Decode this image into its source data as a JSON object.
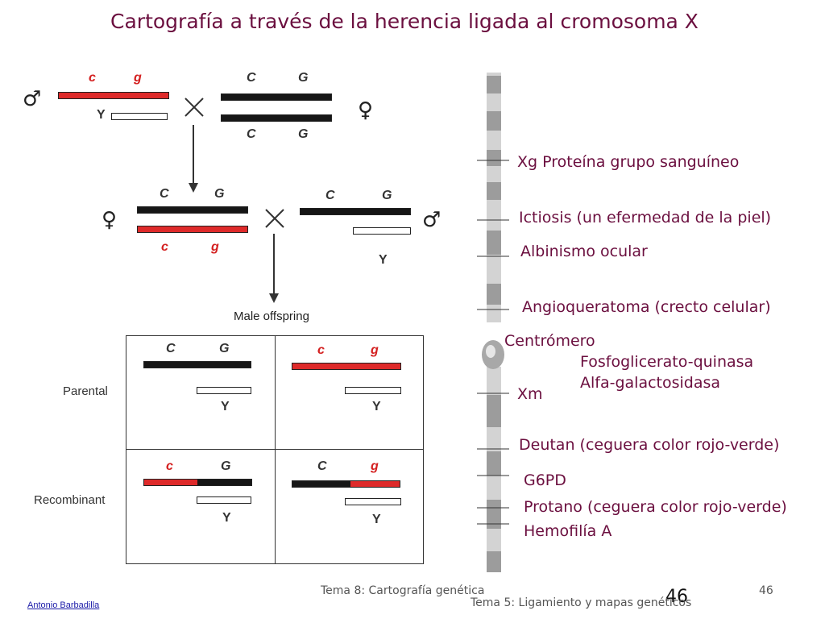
{
  "title": "Cartografía a través de la herencia ligada al cromosoma X",
  "cross1": {
    "male_symbol": "♂",
    "female_symbol": "♀",
    "male_alleles": [
      "c",
      "g"
    ],
    "male_y": "Y",
    "female_top": [
      "C",
      "G"
    ],
    "female_bottom": [
      "C",
      "G"
    ],
    "cross_symbol": "X"
  },
  "cross2": {
    "female_symbol": "♀",
    "male_symbol": "♂",
    "female_top": [
      "C",
      "G"
    ],
    "female_bottom": [
      "c",
      "g"
    ],
    "male_alleles": [
      "C",
      "G"
    ],
    "male_y": "Y",
    "cross_symbol": "X"
  },
  "male_offspring_label": "Male offspring",
  "grid": {
    "row_labels": [
      "Parental",
      "Recombinant"
    ],
    "cells": [
      {
        "alleles": [
          "C",
          "G"
        ],
        "y": "Y"
      },
      {
        "alleles": [
          "c",
          "g"
        ],
        "y": "Y"
      },
      {
        "alleles": [
          "c",
          "G"
        ],
        "y": "Y"
      },
      {
        "alleles": [
          "C",
          "g"
        ],
        "y": "Y"
      }
    ]
  },
  "chromosome_labels": [
    "Xg Proteína grupo sanguíneo",
    "Ictiosis (un efermedad de la piel)",
    "Albinismo ocular",
    "Angioqueratoma (crecto celular)",
    "Centrómero",
    "Fosfoglicerato-quinasa",
    "Alfa-galactosidasa",
    "Xm",
    "Deutan (ceguera color rojo-verde)",
    "G6PD",
    "Protano (ceguera color rojo-verde)",
    "Hemofilía A"
  ],
  "footer": {
    "author": "Antonio Barbadilla",
    "center": "Tema 8: Cartografía genética",
    "page": "46",
    "big_page": "46",
    "subtitle": "Tema 5: Ligamiento y mapas genéticos"
  }
}
